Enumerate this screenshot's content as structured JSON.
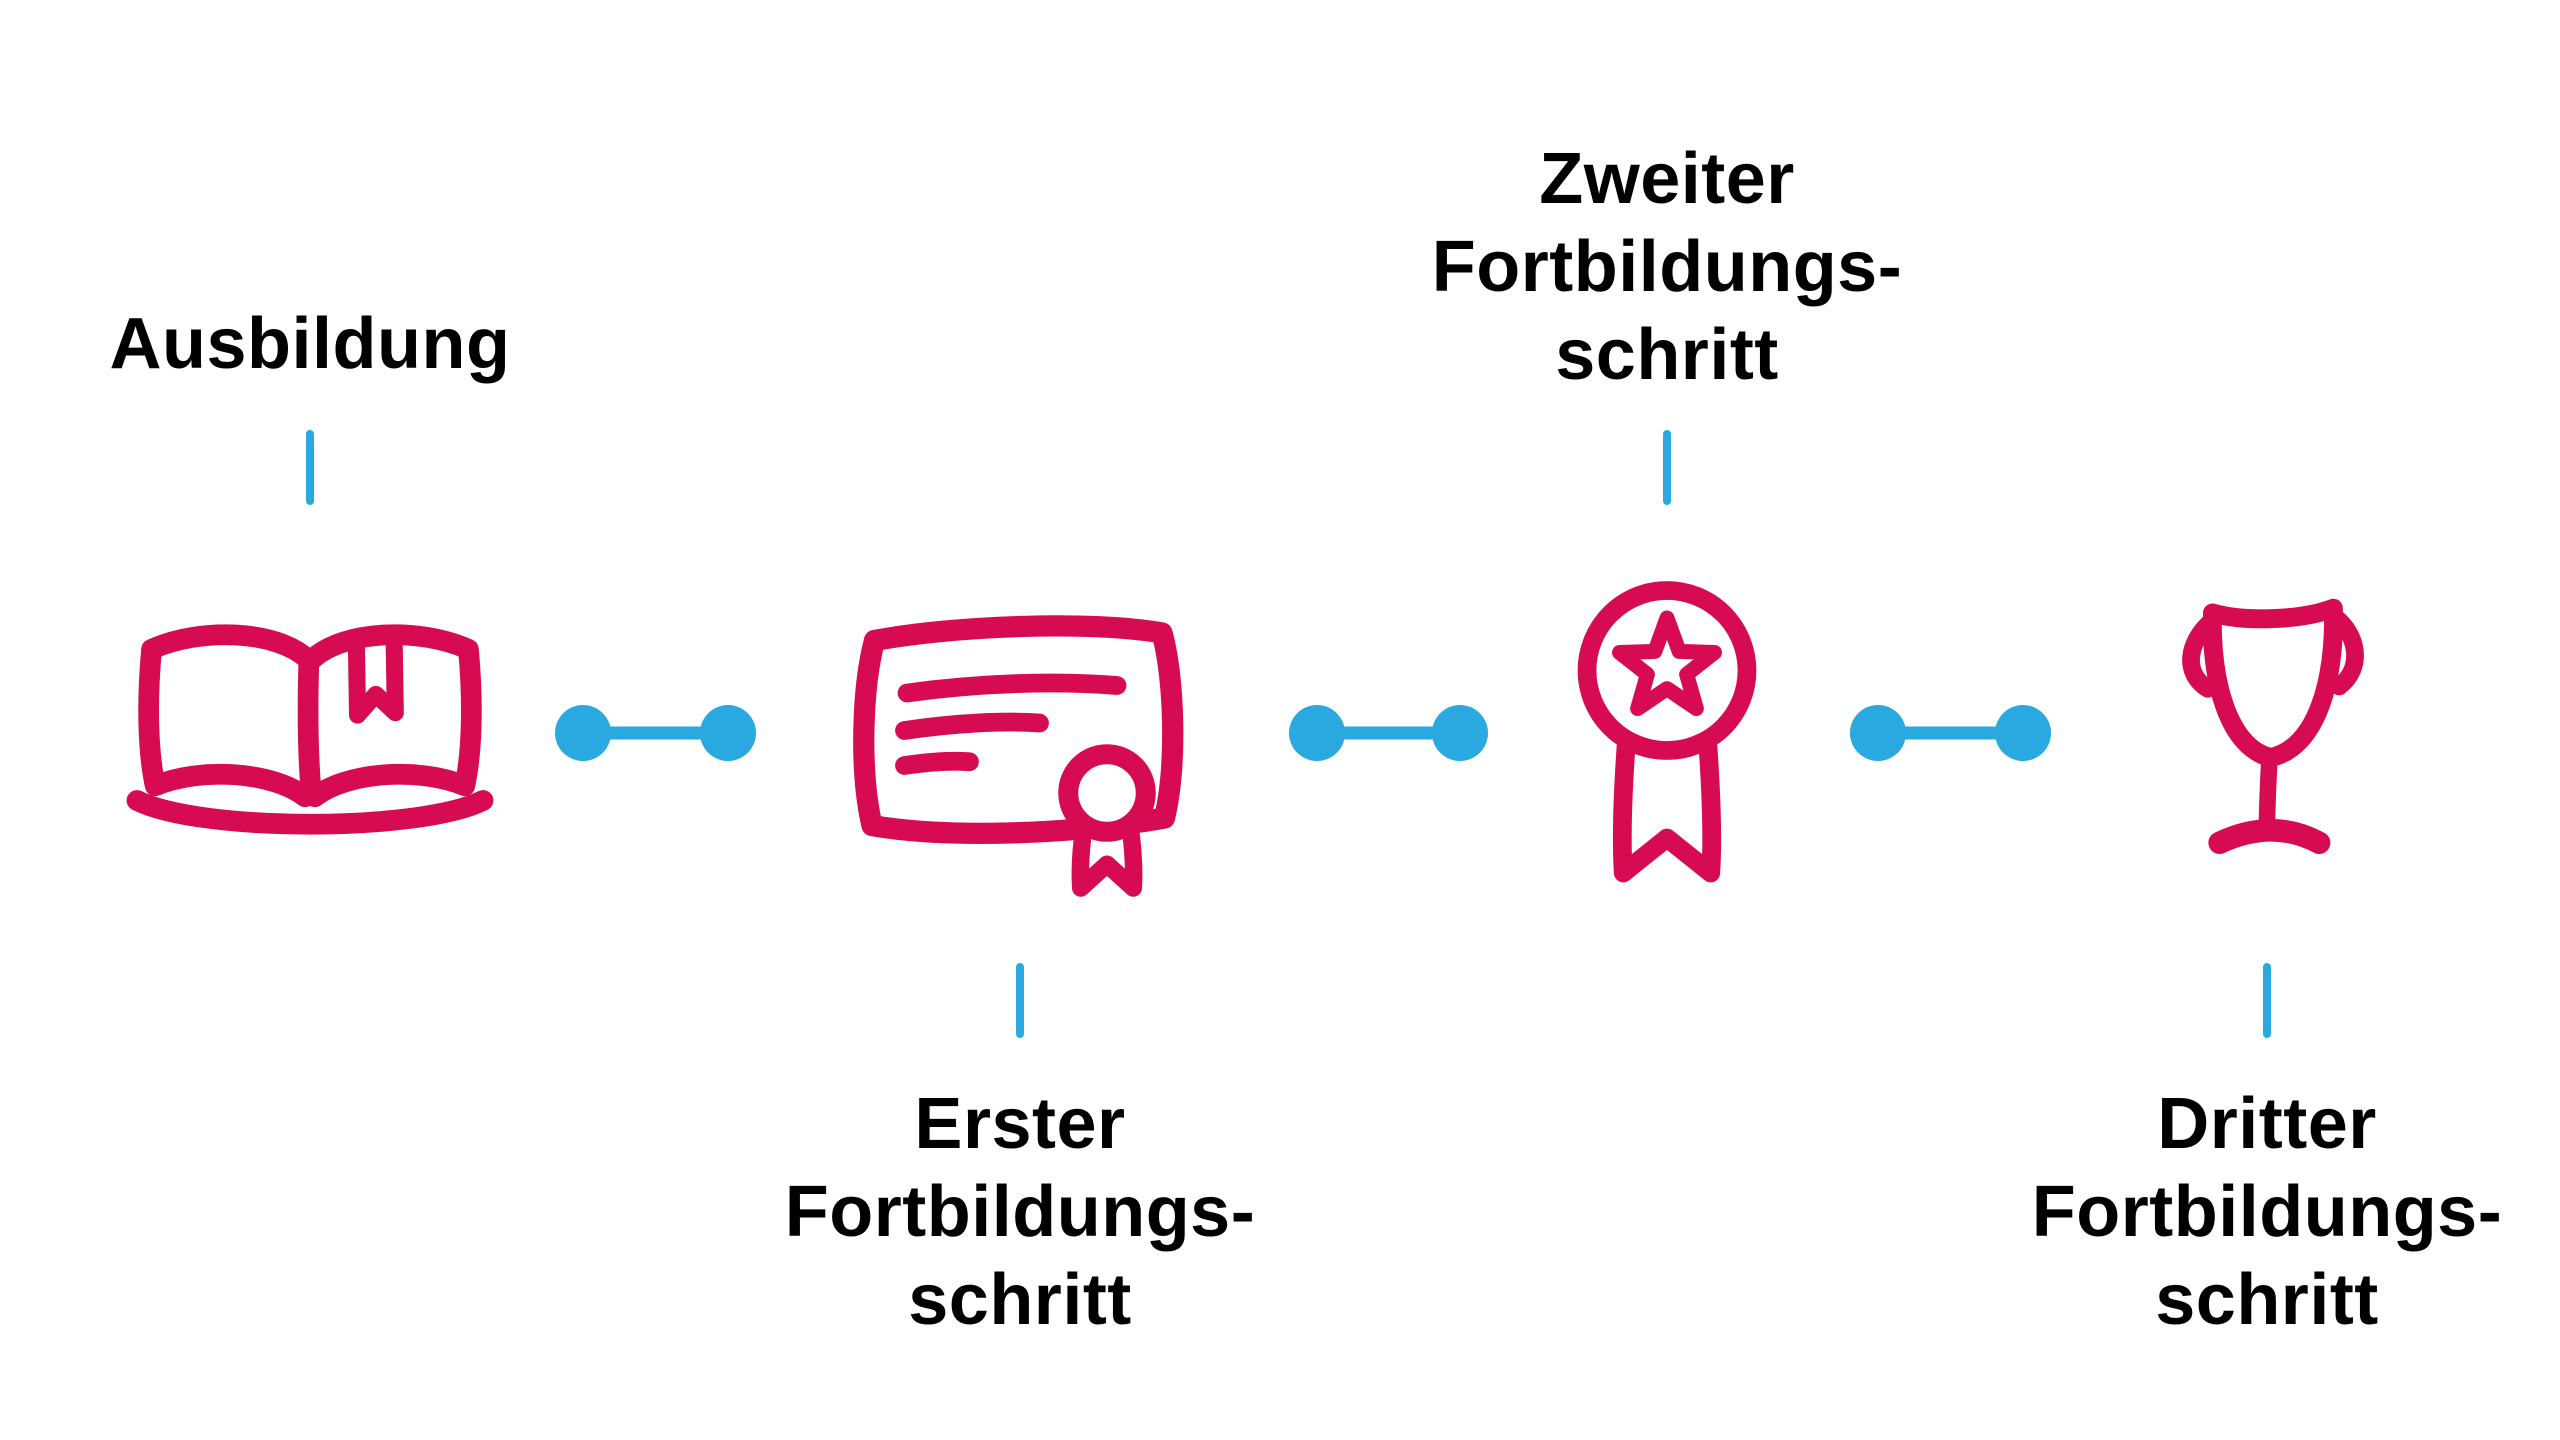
{
  "diagram": {
    "type": "timeline",
    "description": "Four-step training progression timeline",
    "colors": {
      "icon_stroke": "#d60b52",
      "connector_blue": "#29a9e0",
      "label_text": "#000000",
      "background": "#ffffff"
    },
    "steps": [
      {
        "id": "ausbildung",
        "icon": "open-book-icon",
        "label_position": "above",
        "label_lines": [
          "Ausbildung"
        ]
      },
      {
        "id": "erster-fortbildungsschritt",
        "icon": "certificate-icon",
        "label_position": "below",
        "label_lines": [
          "Erster",
          "Fortbildungs-",
          "schritt"
        ]
      },
      {
        "id": "zweiter-fortbildungsschritt",
        "icon": "medal-star-icon",
        "label_position": "above",
        "label_lines": [
          "Zweiter",
          "Fortbildungs-",
          "schritt"
        ]
      },
      {
        "id": "dritter-fortbildungsschritt",
        "icon": "trophy-icon",
        "label_position": "below",
        "label_lines": [
          "Dritter",
          "Fortbildungs-",
          "schritt"
        ]
      }
    ]
  }
}
